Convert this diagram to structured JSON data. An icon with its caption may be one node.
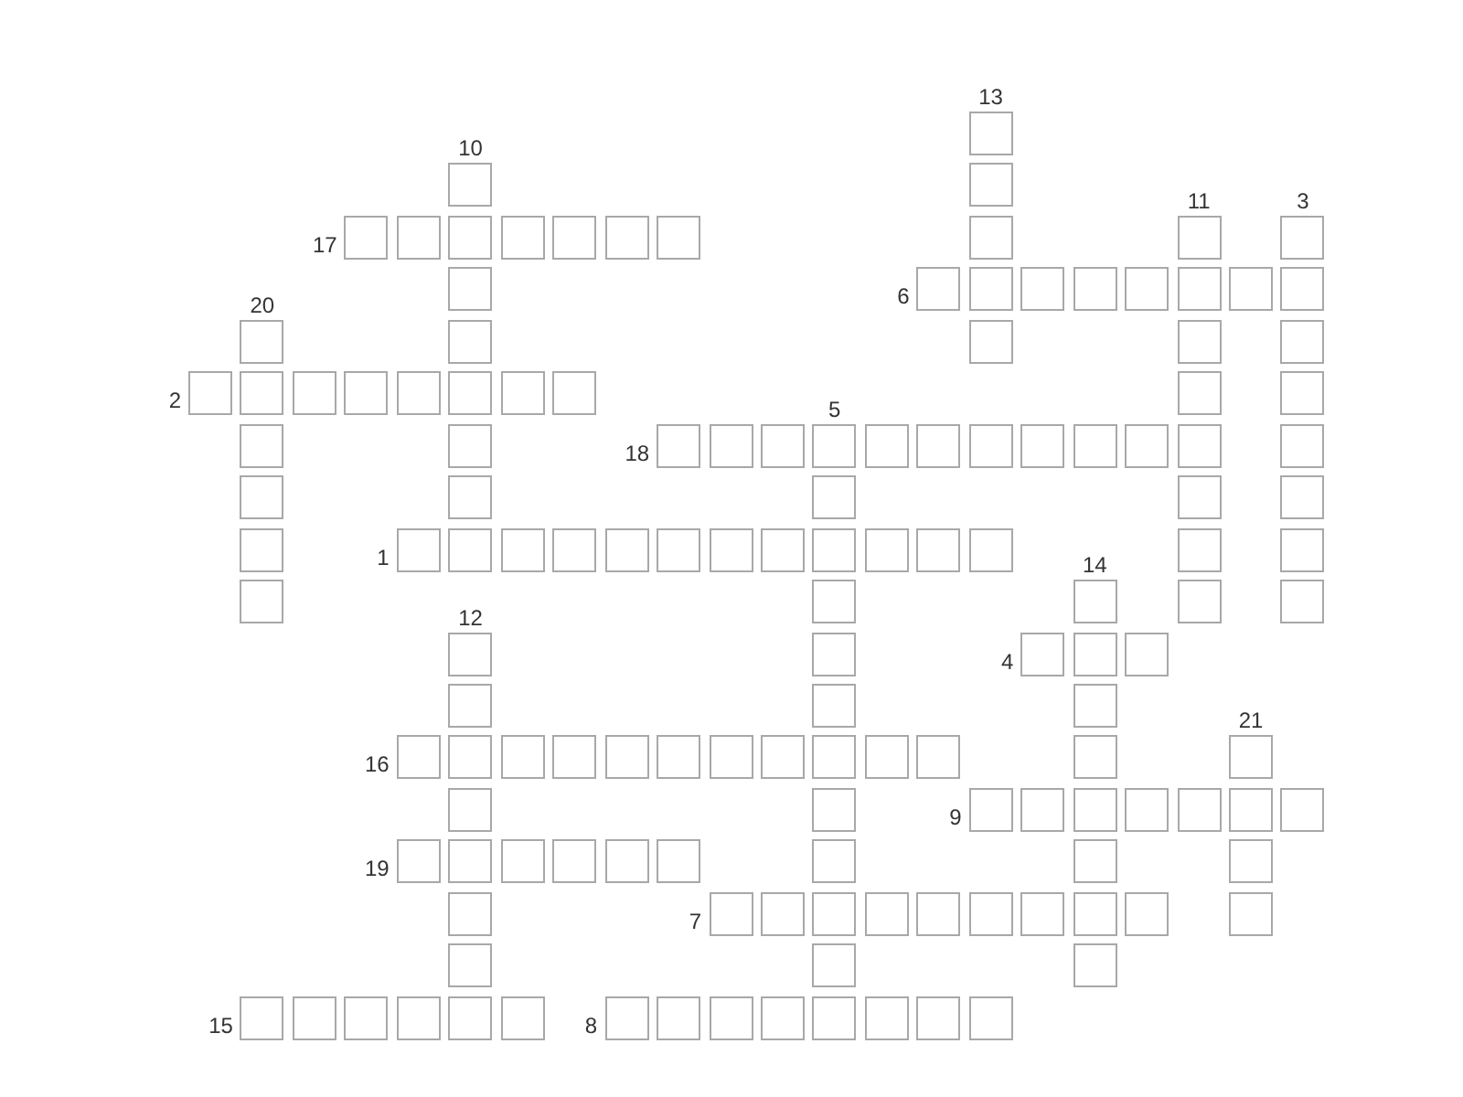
{
  "diagram": {
    "labels": [
      "13",
      "10",
      "11",
      "3",
      "17",
      "6",
      "20",
      "2",
      "5",
      "18",
      "1",
      "14",
      "12",
      "4",
      "21",
      "16",
      "9",
      "19",
      "7",
      "15",
      "8"
    ]
  }
}
